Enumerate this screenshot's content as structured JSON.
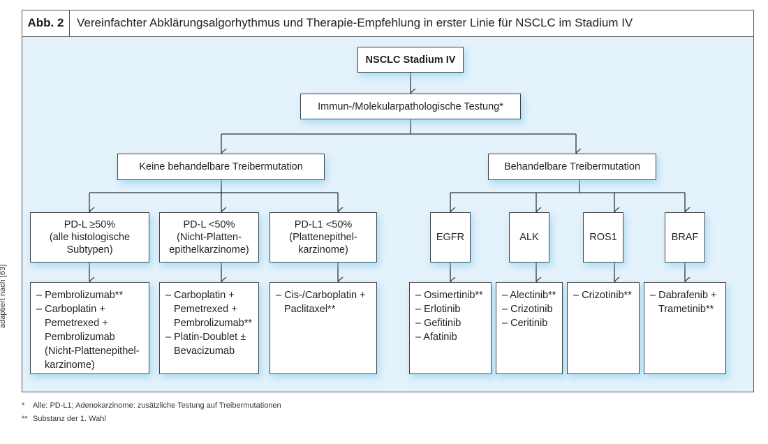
{
  "figure": {
    "label": "Abb. 2",
    "title": "Vereinfachter Abklärungsalgorhythmus und Therapie-Empfehlung in erster Linie für NSCLC im Stadium IV",
    "source_note": "adaptiert nach [63]",
    "colors": {
      "panel_bg": "#e4f2fb",
      "box_border": "#444444",
      "shadow": "#78c8f0"
    }
  },
  "nodes": {
    "root": "NSCLC Stadium IV",
    "testing": "Immun-/Molekularpathologische Testung*",
    "no_driver": "Keine behandelbare Treibermutation",
    "driver": "Behandelbare Treibermutation"
  },
  "pdl1_groups": [
    {
      "lines": [
        "PD-L ≥50%",
        "(alle histologische",
        "Subtypen)"
      ],
      "therapy": [
        "– Pembrolizumab**",
        "– Carboplatin + Pemetrexed + Pembrolizumab (Nicht-Plattenepithel-karzinome)"
      ]
    },
    {
      "lines": [
        "PD-L <50%",
        "(Nicht-Platten-",
        "epithelkarzinome)"
      ],
      "therapy": [
        "– Carboplatin + Pemetrexed + Pembrolizumab**",
        "– Platin-Doublet ± Bevacizumab"
      ]
    },
    {
      "lines": [
        "PD-L1 <50%",
        "(Plattenepithel-",
        "karzinome)"
      ],
      "therapy": [
        "– Cis-/Carboplatin + Paclitaxel**"
      ]
    }
  ],
  "mutations": [
    {
      "label": "EGFR",
      "therapy": [
        "– Osimertinib**",
        "– Erlotinib",
        "– Gefitinib",
        "– Afatinib"
      ]
    },
    {
      "label": "ALK",
      "therapy": [
        "– Alectinib**",
        "– Crizotinib",
        "– Ceritinib"
      ]
    },
    {
      "label": "ROS1",
      "therapy": [
        "– Crizotinib**"
      ]
    },
    {
      "label": "BRAF",
      "therapy": [
        "– Dabrafenib + Trametinib**"
      ]
    }
  ],
  "footnotes": [
    {
      "marker": "*",
      "text": "Alle: PD-L1; Adenokarzinome: zusätzliche Testung auf Treibermutationen"
    },
    {
      "marker": "**",
      "text": "Substanz der 1. Wahl"
    }
  ]
}
